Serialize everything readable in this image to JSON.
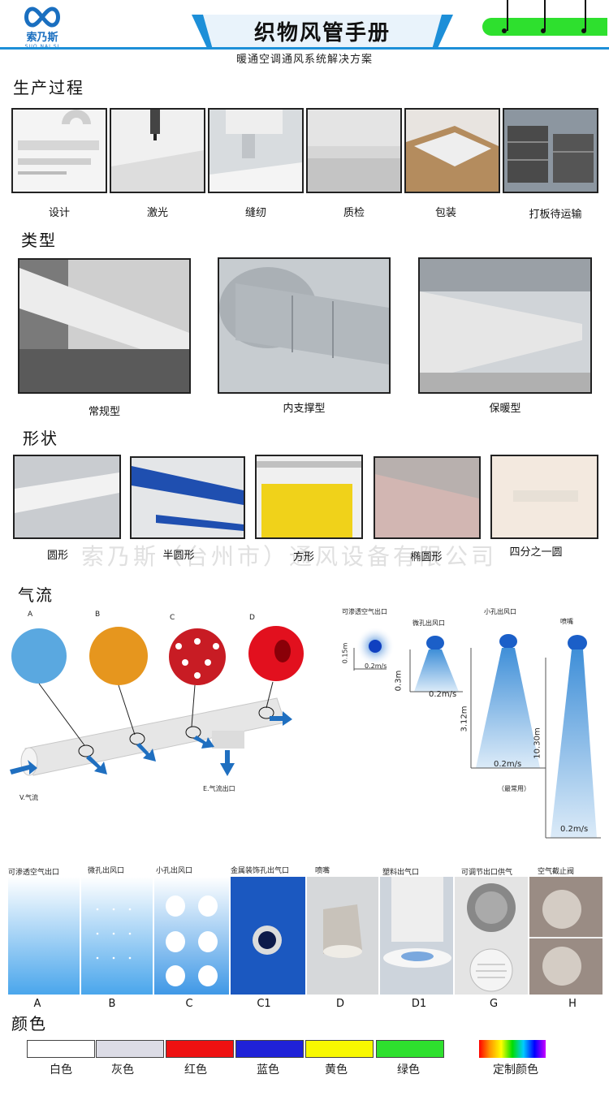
{
  "header": {
    "brand_cn": "索乃斯",
    "brand_en": "SUO NAI SI",
    "title": "织物风管手册",
    "subtitle": "暖通空调通风系统解决方案"
  },
  "sections": {
    "production": "生产过程",
    "types": "类型",
    "shapes": "形状",
    "airflow": "气流",
    "colors": "颜色"
  },
  "production_steps": [
    "设计",
    "激光",
    "缝纫",
    "质检",
    "包装",
    "打板待运输"
  ],
  "types": [
    "常规型",
    "内支撑型",
    "保暖型"
  ],
  "shapes": [
    "圆形",
    "半圆形",
    "方形",
    "椭圆形",
    "四分之一圆"
  ],
  "watermark": "索乃斯（台州市）通风设备有限公司",
  "airflow_diagram": {
    "letters": [
      "A",
      "B",
      "C",
      "D"
    ],
    "inlet": "V.气流",
    "outlet": "E.气流出口"
  },
  "jet_chart": {
    "labels": [
      "可渗透空气出口",
      "微孔出风口",
      "小孔出风口",
      "喷嘴"
    ],
    "distances": [
      "0.15m",
      "0.3m",
      "3.12m",
      "10.30m"
    ],
    "speed": "0.2m/s",
    "note": "（最常用）"
  },
  "outlets": [
    {
      "label": "可渗透空气出口",
      "code": "A"
    },
    {
      "label": "微孔出风口",
      "code": "B"
    },
    {
      "label": "小孔出风口",
      "code": "C"
    },
    {
      "label": "金属装饰孔出气口",
      "code": "C1"
    },
    {
      "label": "喷嘴",
      "code": "D"
    },
    {
      "label": "塑料出气口",
      "code": "D1"
    },
    {
      "label": "可调节出口供气",
      "code": "G"
    },
    {
      "label": "空气截止阀",
      "code": "H"
    }
  ],
  "colors": [
    {
      "name": "白色",
      "hex": "#ffffff"
    },
    {
      "name": "灰色",
      "hex": "#dcdce6"
    },
    {
      "name": "红色",
      "hex": "#ee1111"
    },
    {
      "name": "蓝色",
      "hex": "#1f22d8"
    },
    {
      "name": "黄色",
      "hex": "#f8f800"
    },
    {
      "name": "绿色",
      "hex": "#2ee02e"
    },
    {
      "name": "定制颜色",
      "hex": "rainbow"
    }
  ]
}
